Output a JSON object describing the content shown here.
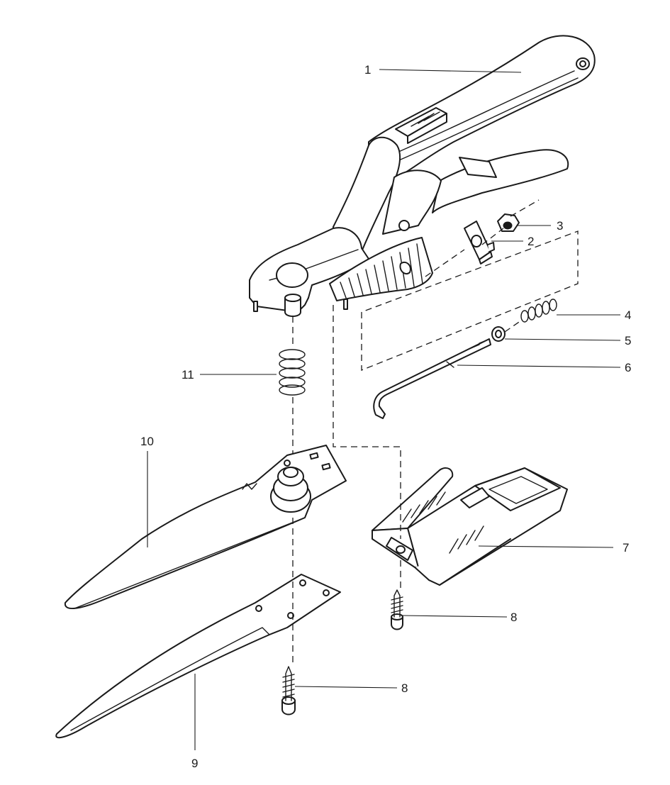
{
  "diagram": {
    "callouts": [
      {
        "id": "c1",
        "text": "1"
      },
      {
        "id": "c2",
        "text": "2"
      },
      {
        "id": "c3",
        "text": "3"
      },
      {
        "id": "c4",
        "text": "4"
      },
      {
        "id": "c5",
        "text": "5"
      },
      {
        "id": "c6",
        "text": "6"
      },
      {
        "id": "c7",
        "text": "7"
      },
      {
        "id": "c8a",
        "text": "8"
      },
      {
        "id": "c8b",
        "text": "8"
      },
      {
        "id": "c9",
        "text": "9"
      },
      {
        "id": "c10",
        "text": "10"
      },
      {
        "id": "c11",
        "text": "11"
      }
    ]
  }
}
